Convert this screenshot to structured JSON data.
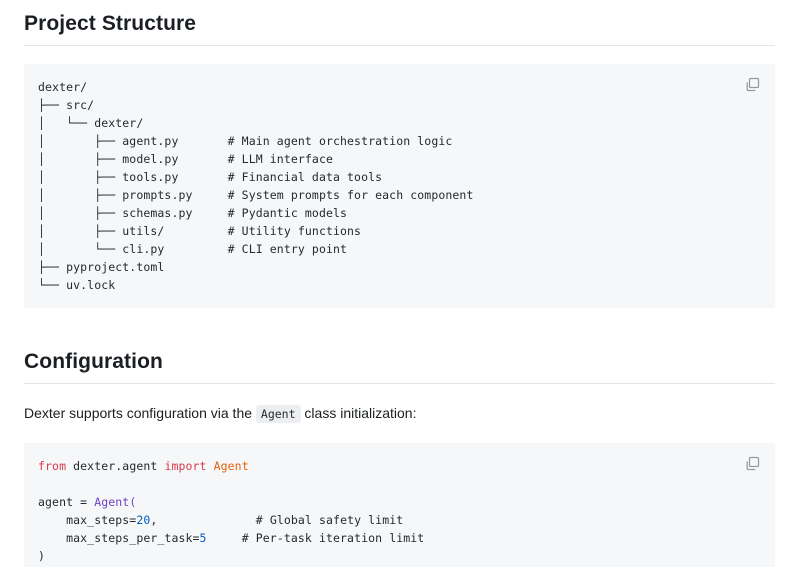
{
  "sections": [
    {
      "heading": "Project Structure",
      "copy_icon": "copy-icon",
      "code_lines": [
        "dexter/",
        "├── src/",
        "│   └── dexter/",
        "│       ├── agent.py       # Main agent orchestration logic",
        "│       ├── model.py       # LLM interface",
        "│       ├── tools.py       # Financial data tools",
        "│       ├── prompts.py     # System prompts for each component",
        "│       ├── schemas.py     # Pydantic models",
        "│       ├── utils/         # Utility functions",
        "│       └── cli.py         # CLI entry point",
        "├── pyproject.toml",
        "└── uv.lock"
      ],
      "tree_entries": [
        {
          "path": "dexter/",
          "comment": ""
        },
        {
          "path": "src/",
          "comment": ""
        },
        {
          "path": "dexter/",
          "comment": ""
        },
        {
          "path": "agent.py",
          "comment": "# Main agent orchestration logic"
        },
        {
          "path": "model.py",
          "comment": "# LLM interface"
        },
        {
          "path": "tools.py",
          "comment": "# Financial data tools"
        },
        {
          "path": "prompts.py",
          "comment": "# System prompts for each component"
        },
        {
          "path": "schemas.py",
          "comment": "# Pydantic models"
        },
        {
          "path": "utils/",
          "comment": "# Utility functions"
        },
        {
          "path": "cli.py",
          "comment": "# CLI entry point"
        },
        {
          "path": "pyproject.toml",
          "comment": ""
        },
        {
          "path": "uv.lock",
          "comment": ""
        }
      ]
    },
    {
      "heading": "Configuration",
      "copy_icon": "copy-icon",
      "paragraph": {
        "before": "Dexter supports configuration via the",
        "code": "Agent",
        "after": "class initialization:"
      },
      "code_tokens": [
        [
          {
            "t": "from ",
            "c": "kw"
          },
          {
            "t": "dexter.agent ",
            "c": "pl"
          },
          {
            "t": "import ",
            "c": "kw"
          },
          {
            "t": "Agent",
            "c": "cls"
          }
        ],
        [
          {
            "t": "",
            "c": "pl"
          }
        ],
        [
          {
            "t": "agent = ",
            "c": "pl"
          },
          {
            "t": "Agent(",
            "c": "fn"
          }
        ],
        [
          {
            "t": "    max_steps=",
            "c": "pl"
          },
          {
            "t": "20",
            "c": "num"
          },
          {
            "t": ",",
            "c": "pl"
          },
          {
            "t": "              ",
            "c": "pl"
          },
          {
            "t": "# Global safety limit",
            "c": "cmt"
          }
        ],
        [
          {
            "t": "    max_steps_per_task=",
            "c": "pl"
          },
          {
            "t": "5",
            "c": "num"
          },
          {
            "t": "     ",
            "c": "pl"
          },
          {
            "t": "# Per-task iteration limit",
            "c": "cmt"
          }
        ],
        [
          {
            "t": ")",
            "c": "pl"
          }
        ]
      ]
    }
  ],
  "colors": {
    "code_background": "#f6f7f9",
    "keyword": "#d73a49",
    "class_name": "#e36209",
    "function": "#6f42c1",
    "number": "#005cc5",
    "comment": "#24292e",
    "rule": "#e3e5e8",
    "text": "#1b1f23"
  }
}
